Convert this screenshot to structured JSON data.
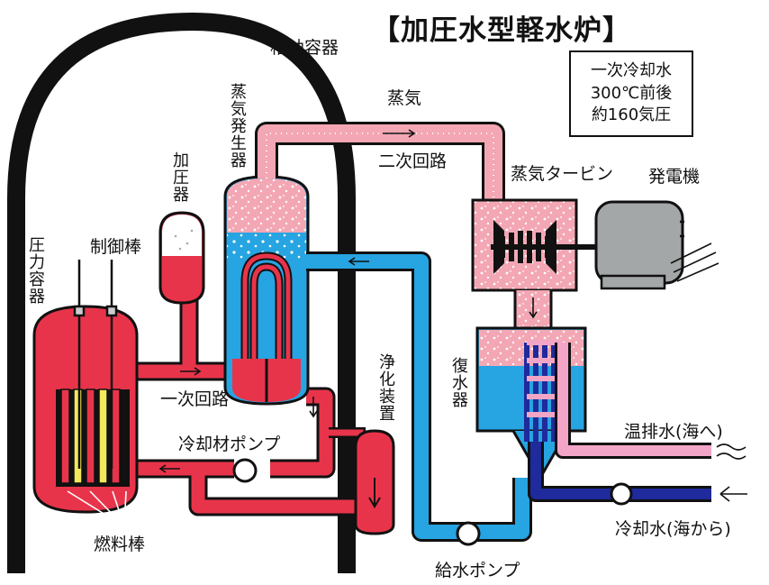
{
  "title": "【加圧水型軽水炉】",
  "info_box": {
    "line1": "一次冷却水",
    "line2": "300℃前後",
    "line3": "約160気圧"
  },
  "labels": {
    "containment": "格納容器",
    "steam": "蒸気",
    "secondary_loop": "二次回路",
    "steam_turbine": "蒸気タービン",
    "generator": "発電機",
    "steam_generator": "蒸気発生器",
    "pressurizer": "加圧器",
    "control_rods": "制御棒",
    "pressure_vessel": "圧力容器",
    "primary_loop": "一次回路",
    "coolant_pump": "冷却材ポンプ",
    "purification": "浄化装置",
    "condenser": "復水器",
    "warm_discharge": "温排水(海へ)",
    "cooling_water": "冷却水(海から)",
    "feed_pump": "給水ポンプ",
    "fuel_rods": "燃料棒"
  },
  "colors": {
    "primary_coolant": "#e8344a",
    "primary_dark": "#b01e2e",
    "steam": "#f3a7b4",
    "feedwater": "#27a4e2",
    "sea_in": "#1f2a9c",
    "sea_out": "#f2a5c6",
    "fuel_yellow": "#f2e85a",
    "generator_gray": "#a4a7a8"
  }
}
